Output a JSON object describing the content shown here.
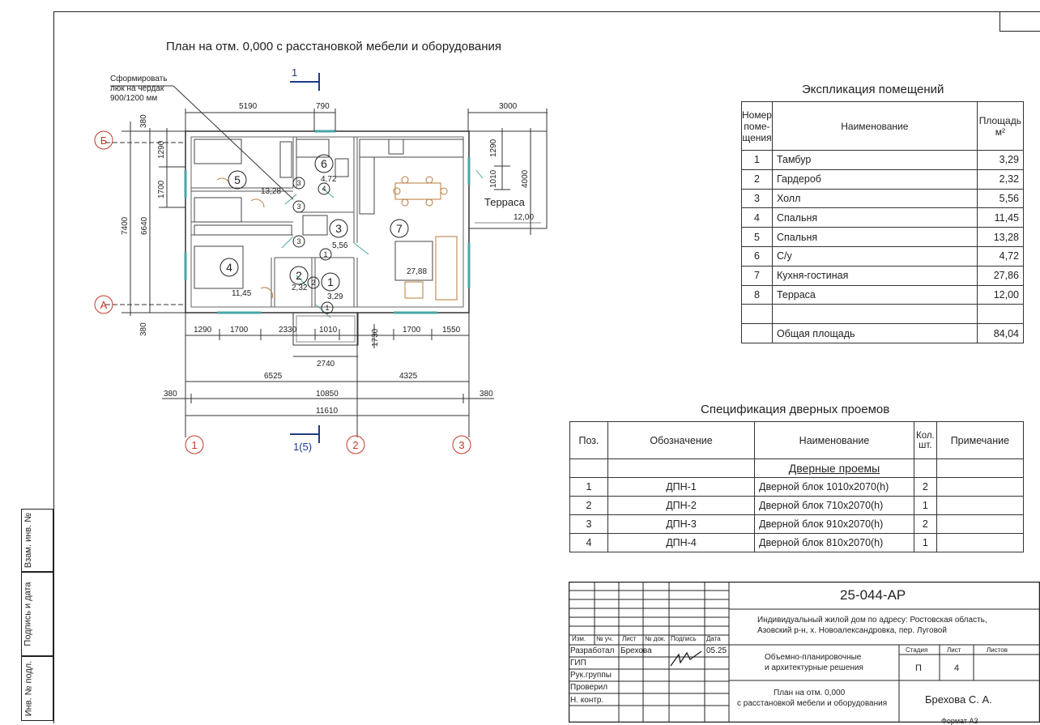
{
  "plan_title": "План на отм. 0,000 с расстановкой мебели и оборудования",
  "hatch_note": [
    "Сформировать",
    "люк на чердак",
    "900/1200 мм"
  ],
  "section_mark": "1",
  "section_mark_bottom": "1(5)",
  "axes": {
    "b": "Б",
    "a": "А",
    "one": "1",
    "two": "2",
    "three": "3"
  },
  "dims_top": {
    "d1": "5190",
    "d2": "790",
    "d3": "3000"
  },
  "dims_left": {
    "d1": "380",
    "d2": "1290",
    "d3": "1700",
    "d4": "7400",
    "d5": "6640",
    "d6": "380"
  },
  "dims_right": {
    "d1": "1290",
    "d2": "1010",
    "d3": "4000"
  },
  "dims_bottom": {
    "row1": [
      "1290",
      "1700",
      "2330",
      "1010",
      "1730",
      "1700",
      "1550"
    ],
    "porch": "2740",
    "row2": [
      "6525",
      "4325"
    ],
    "row3": [
      "380",
      "10850",
      "380"
    ],
    "row4": "11610"
  },
  "rooms": {
    "r5": {
      "num": "5",
      "area": "13,28"
    },
    "r6": {
      "num": "6",
      "area": "4,72"
    },
    "r4": {
      "num": "4",
      "area": "11,45"
    },
    "r3": {
      "num": "3",
      "area": "5,56"
    },
    "r2": {
      "num": "2",
      "area": "2,32"
    },
    "r1": {
      "num": "1",
      "area": "3,29"
    },
    "r7": {
      "num": "7",
      "area": "27,88"
    },
    "terrace": {
      "name": "Терраса",
      "area": "12,00"
    }
  },
  "door_marks": [
    "3",
    "4",
    "3",
    "3",
    "1",
    "2",
    "1"
  ],
  "explication": {
    "title": "Экспликация помещений",
    "headers": {
      "num": "Номер поме- щения",
      "name": "Наименование",
      "area": "Площадь м²"
    },
    "rows": [
      {
        "n": "1",
        "name": "Тамбур",
        "area": "3,29"
      },
      {
        "n": "2",
        "name": "Гардероб",
        "area": "2,32"
      },
      {
        "n": "3",
        "name": "Холл",
        "area": "5,56"
      },
      {
        "n": "4",
        "name": "Спальня",
        "area": "11,45"
      },
      {
        "n": "5",
        "name": "Спальня",
        "area": "13,28"
      },
      {
        "n": "6",
        "name": "С/у",
        "area": "4,72"
      },
      {
        "n": "7",
        "name": "Кухня-гостиная",
        "area": "27,86"
      },
      {
        "n": "8",
        "name": "Терраса",
        "area": "12,00"
      }
    ],
    "total_label": "Общая площадь",
    "total": "84,04"
  },
  "doors": {
    "title": "Спецификация дверных проемов",
    "headers": {
      "pos": "Поз.",
      "code": "Обозначение",
      "name": "Наименование",
      "qty": "Кол. шт.",
      "note": "Примечание"
    },
    "group": "Дверные проемы",
    "rows": [
      {
        "pos": "1",
        "code": "ДПН-1",
        "name": "Дверной блок 1010x2070(h)",
        "qty": "2"
      },
      {
        "pos": "2",
        "code": "ДПН-2",
        "name": "Дверной блок 710x2070(h)",
        "qty": "1"
      },
      {
        "pos": "3",
        "code": "ДПН-3",
        "name": "Дверной блок 910x2070(h)",
        "qty": "2"
      },
      {
        "pos": "4",
        "code": "ДПН-4",
        "name": "Дверной блок 810x2070(h)",
        "qty": "1"
      }
    ]
  },
  "stamp": {
    "code": "25-044-АР",
    "project": [
      "Индивидуальный жилой дом по адресу: Ростовская область,",
      "Азовский р-н, х. Новоалександровка, пер. Луговой"
    ],
    "cols": [
      "Изм.",
      "№ уч.",
      "Лист",
      "№ док.",
      "Подпись",
      "Дата"
    ],
    "roles": [
      "Разработал",
      "ГИП",
      "Рук.группы",
      "Проверил",
      "Н. контр."
    ],
    "developer": "Брехова",
    "date": "05.25",
    "section": [
      "Объемно-планировочные",
      "и архитектурные решения"
    ],
    "stage_label": "Стадия",
    "sheet_label": "Лист",
    "sheets_label": "Листов",
    "stage": "П",
    "sheet": "4",
    "sheet_title": [
      "План на отм. 0,000",
      "с расстановкой мебели и оборудования"
    ],
    "org": "Брехова С. А.",
    "format": "Формат А3"
  },
  "side_labels": [
    "Взам. инв. №",
    "Подпись и дата",
    "Инв. № подл."
  ]
}
